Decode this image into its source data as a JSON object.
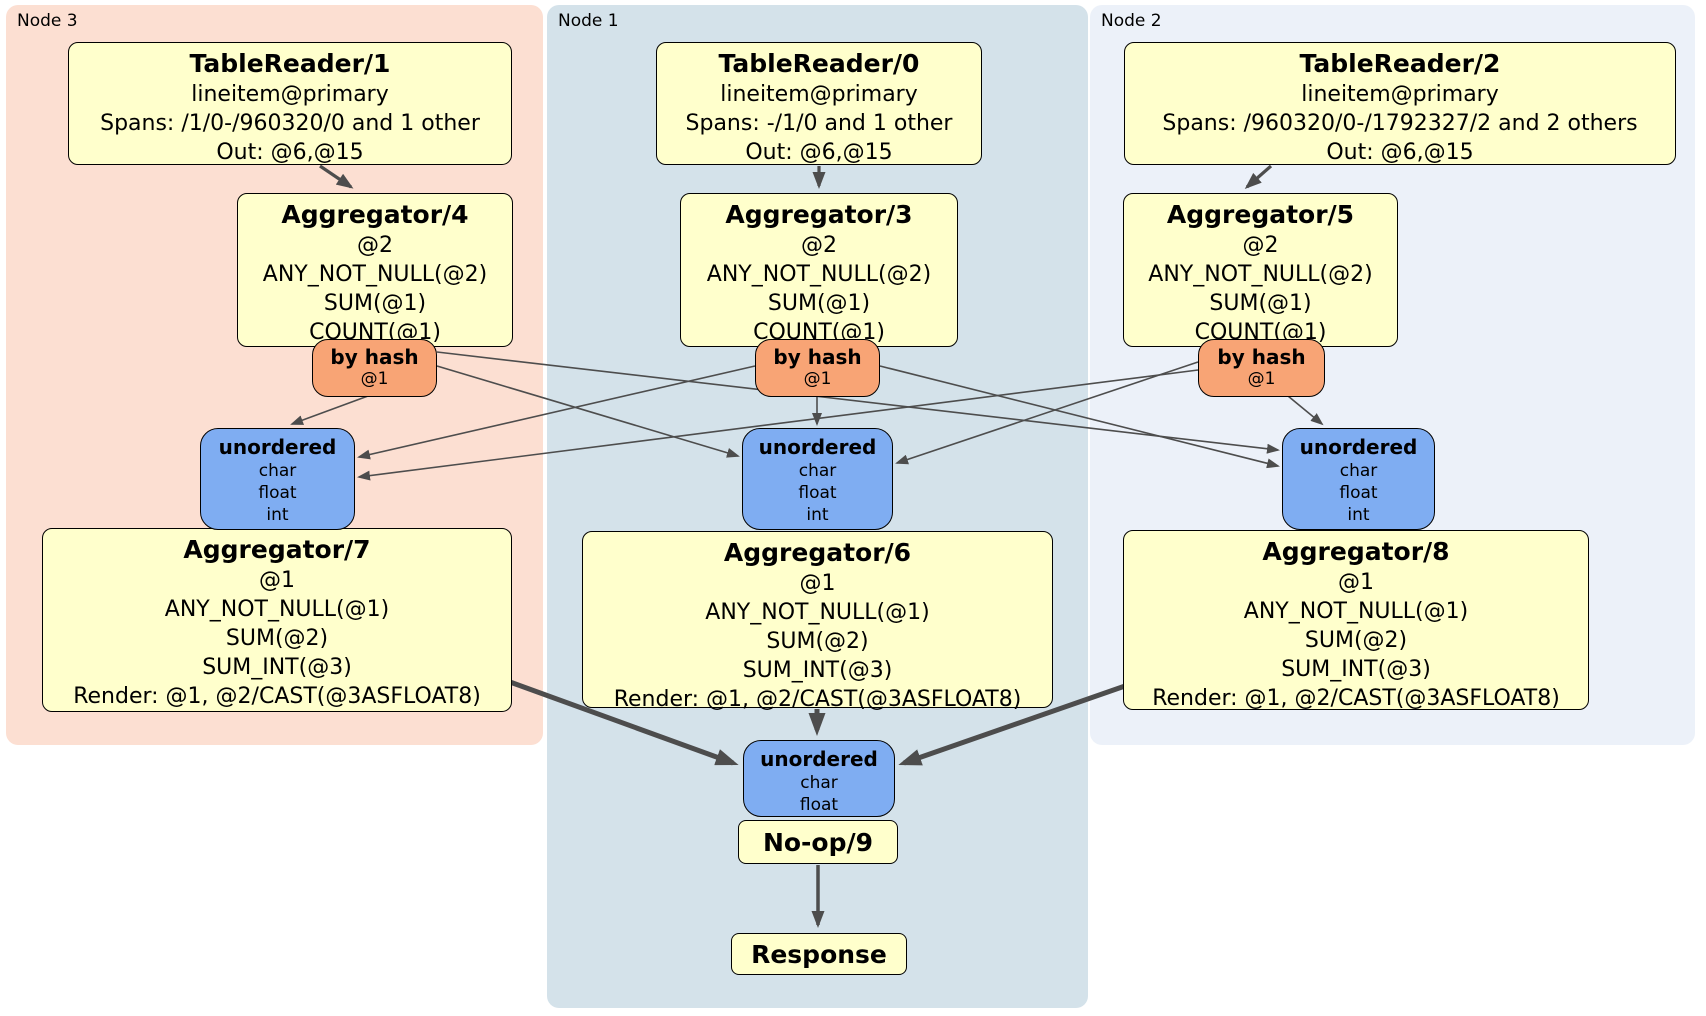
{
  "groups": {
    "node3": {
      "label": "Node 3"
    },
    "node1": {
      "label": "Node 1"
    },
    "node2": {
      "label": "Node 2"
    }
  },
  "boxes": {
    "tr1": {
      "title": "TableReader/1",
      "lines": [
        "lineitem@primary",
        "Spans: /1/0-/960320/0 and 1 other",
        "Out: @6,@15"
      ]
    },
    "tr0": {
      "title": "TableReader/0",
      "lines": [
        "lineitem@primary",
        "Spans: -/1/0 and 1 other",
        "Out: @6,@15"
      ]
    },
    "tr2": {
      "title": "TableReader/2",
      "lines": [
        "lineitem@primary",
        "Spans: /960320/0-/1792327/2 and 2 others",
        "Out: @6,@15"
      ]
    },
    "agg4": {
      "title": "Aggregator/4",
      "lines": [
        "@2",
        "ANY_NOT_NULL(@2)",
        "SUM(@1)",
        "COUNT(@1)"
      ]
    },
    "agg3": {
      "title": "Aggregator/3",
      "lines": [
        "@2",
        "ANY_NOT_NULL(@2)",
        "SUM(@1)",
        "COUNT(@1)"
      ]
    },
    "agg5": {
      "title": "Aggregator/5",
      "lines": [
        "@2",
        "ANY_NOT_NULL(@2)",
        "SUM(@1)",
        "COUNT(@1)"
      ]
    },
    "agg7": {
      "title": "Aggregator/7",
      "lines": [
        "@1",
        "ANY_NOT_NULL(@1)",
        "SUM(@2)",
        "SUM_INT(@3)",
        "Render: @1, @2/CAST(@3ASFLOAT8)"
      ]
    },
    "agg6": {
      "title": "Aggregator/6",
      "lines": [
        "@1",
        "ANY_NOT_NULL(@1)",
        "SUM(@2)",
        "SUM_INT(@3)",
        "Render: @1, @2/CAST(@3ASFLOAT8)"
      ]
    },
    "agg8": {
      "title": "Aggregator/8",
      "lines": [
        "@1",
        "ANY_NOT_NULL(@1)",
        "SUM(@2)",
        "SUM_INT(@3)",
        "Render: @1, @2/CAST(@3ASFLOAT8)"
      ]
    },
    "noop": {
      "title": "No-op/9"
    },
    "response": {
      "title": "Response"
    }
  },
  "routers": {
    "bh4": {
      "title": "by hash",
      "detail": "@1"
    },
    "bh3": {
      "title": "by hash",
      "detail": "@1"
    },
    "bh5": {
      "title": "by hash",
      "detail": "@1"
    }
  },
  "syncs": {
    "un7": {
      "title": "unordered",
      "lines": [
        "char",
        "float",
        "int"
      ]
    },
    "un6": {
      "title": "unordered",
      "lines": [
        "char",
        "float",
        "int"
      ]
    },
    "un8": {
      "title": "unordered",
      "lines": [
        "char",
        "float",
        "int"
      ]
    },
    "un9": {
      "title": "unordered",
      "lines": [
        "char",
        "float"
      ]
    }
  },
  "colors": {
    "node3_bg": "#fcdfd2",
    "node1_bg": "#d4e2ea",
    "node2_bg": "#ecf1f9",
    "processor_bg": "#ffffcc",
    "router_bg": "#f8a475",
    "sync_bg": "#7fadf2",
    "edge": "#4d4d4d"
  }
}
